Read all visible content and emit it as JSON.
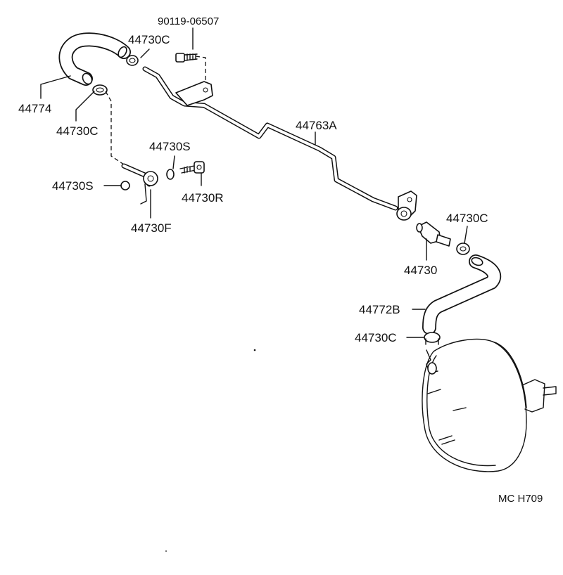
{
  "labels": {
    "bolt_main": "90119-06507",
    "clamp_top": "44730C",
    "hose_upper": "44774",
    "clamp_left": "44730C",
    "gasket_upper": "44730S",
    "gasket_left": "44730S",
    "bolt_union": "44730R",
    "fitting": "44730F",
    "pipe": "44763A",
    "clamp_right": "44730C",
    "check_valve": "44730",
    "hose_lower": "44772B",
    "clamp_lower": "44730C",
    "diagram_code": "MC  H709"
  }
}
